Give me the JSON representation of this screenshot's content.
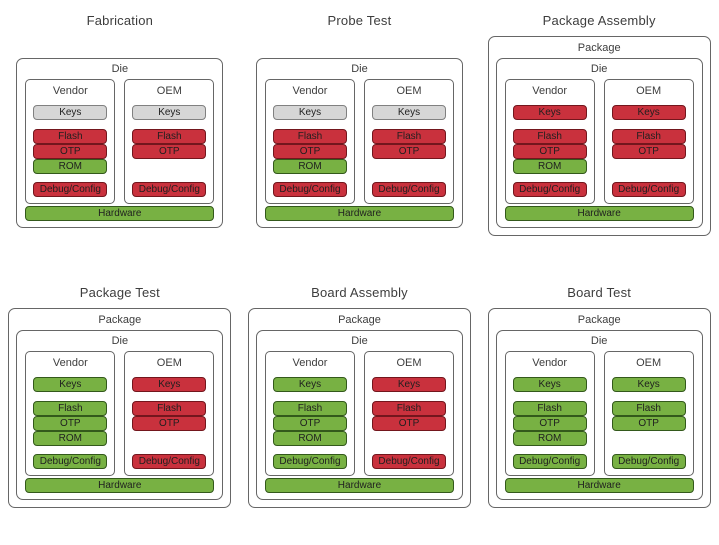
{
  "palette": {
    "red": "#c9313d",
    "red_border": "#73161d",
    "green": "#78b143",
    "green_border": "#33591b",
    "gray": "#d6d6d6",
    "gray_border": "#808080",
    "container_border": "#666666"
  },
  "labels": {
    "package": "Package",
    "die": "Die",
    "vendor": "Vendor",
    "oem": "OEM",
    "keys": "Keys",
    "flash": "Flash",
    "otp": "OTP",
    "rom": "ROM",
    "debug": "Debug/Config",
    "hardware": "Hardware"
  },
  "stages": [
    {
      "title": "Fabrication",
      "has_package": false,
      "vendor": {
        "keys": "gray",
        "flash": "red",
        "otp": "red",
        "rom": "green",
        "debug": "red"
      },
      "oem": {
        "keys": "gray",
        "flash": "red",
        "otp": "red",
        "debug": "red"
      },
      "hardware": "green"
    },
    {
      "title": "Probe Test",
      "has_package": false,
      "vendor": {
        "keys": "gray",
        "flash": "red",
        "otp": "red",
        "rom": "green",
        "debug": "red"
      },
      "oem": {
        "keys": "gray",
        "flash": "red",
        "otp": "red",
        "debug": "red"
      },
      "hardware": "green"
    },
    {
      "title": "Package Assembly",
      "has_package": true,
      "vendor": {
        "keys": "red",
        "flash": "red",
        "otp": "red",
        "rom": "green",
        "debug": "red"
      },
      "oem": {
        "keys": "red",
        "flash": "red",
        "otp": "red",
        "debug": "red"
      },
      "hardware": "green"
    },
    {
      "title": "Package Test",
      "has_package": true,
      "vendor": {
        "keys": "green",
        "flash": "green",
        "otp": "green",
        "rom": "green",
        "debug": "green"
      },
      "oem": {
        "keys": "red",
        "flash": "red",
        "otp": "red",
        "debug": "red"
      },
      "hardware": "green"
    },
    {
      "title": "Board Assembly",
      "has_package": true,
      "vendor": {
        "keys": "green",
        "flash": "green",
        "otp": "green",
        "rom": "green",
        "debug": "green"
      },
      "oem": {
        "keys": "red",
        "flash": "red",
        "otp": "red",
        "debug": "red"
      },
      "hardware": "green"
    },
    {
      "title": "Board Test",
      "has_package": true,
      "vendor": {
        "keys": "green",
        "flash": "green",
        "otp": "green",
        "rom": "green",
        "debug": "green"
      },
      "oem": {
        "keys": "green",
        "flash": "green",
        "otp": "green",
        "debug": "green"
      },
      "hardware": "green"
    }
  ]
}
